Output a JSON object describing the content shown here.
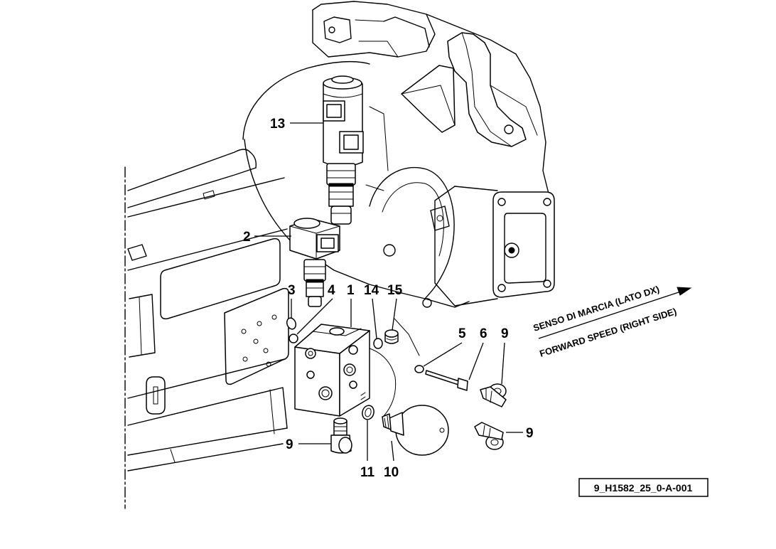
{
  "diagram": {
    "callouts": [
      "13",
      "2",
      "3",
      "4",
      "1",
      "14",
      "15",
      "5",
      "6",
      "9",
      "9",
      "9",
      "11",
      "10"
    ],
    "direction": {
      "line1": "SENSO DI MARCIA (LATO DX)",
      "line2": "FORWARD SPEED (RIGHT SIDE)"
    },
    "reference_code": "9_H1582_25_0-A-001"
  }
}
